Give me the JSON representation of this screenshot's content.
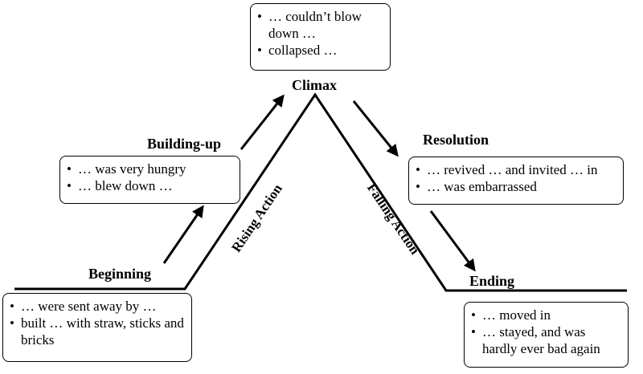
{
  "stages": {
    "climax": {
      "label": "Climax",
      "items": [
        "… couldn’t blow down …",
        "collapsed …"
      ]
    },
    "building_up": {
      "label": "Building-up",
      "items": [
        "… was very hungry",
        "… blew down …"
      ]
    },
    "resolution": {
      "label": "Resolution",
      "items": [
        "… revived … and invited … in",
        "… was embarrassed"
      ]
    },
    "beginning": {
      "label": "Beginning",
      "items": [
        "… were sent away by …",
        "built … with straw, sticks and bricks"
      ]
    },
    "ending": {
      "label": "Ending",
      "items": [
        "… moved in",
        "… stayed, and was hardly ever bad again"
      ]
    }
  },
  "slopes": {
    "rising": "Rising Action",
    "falling": "Falling Action"
  }
}
